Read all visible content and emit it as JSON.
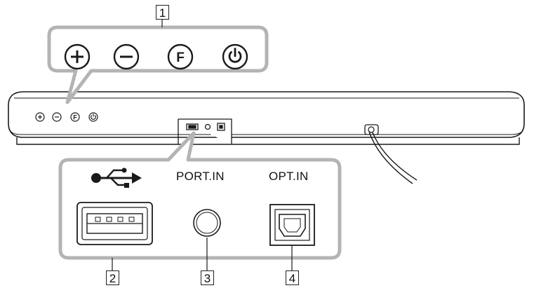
{
  "callouts": {
    "buttons": "1",
    "usb": "2",
    "port_in": "3",
    "opt_in": "4"
  },
  "buttons": [
    {
      "id": "volume-up",
      "glyph": "+"
    },
    {
      "id": "volume-down",
      "glyph": "−"
    },
    {
      "id": "function",
      "glyph": "F"
    },
    {
      "id": "power",
      "glyph": "power-icon"
    }
  ],
  "ports": {
    "usb_icon": "usb-icon",
    "port_in_label": "PORT.IN",
    "opt_in_label": "OPT.IN"
  },
  "colors": {
    "line": "#1a1a1a",
    "panel_stroke": "#b4b4b4",
    "panel_fill": "#ffffff"
  }
}
